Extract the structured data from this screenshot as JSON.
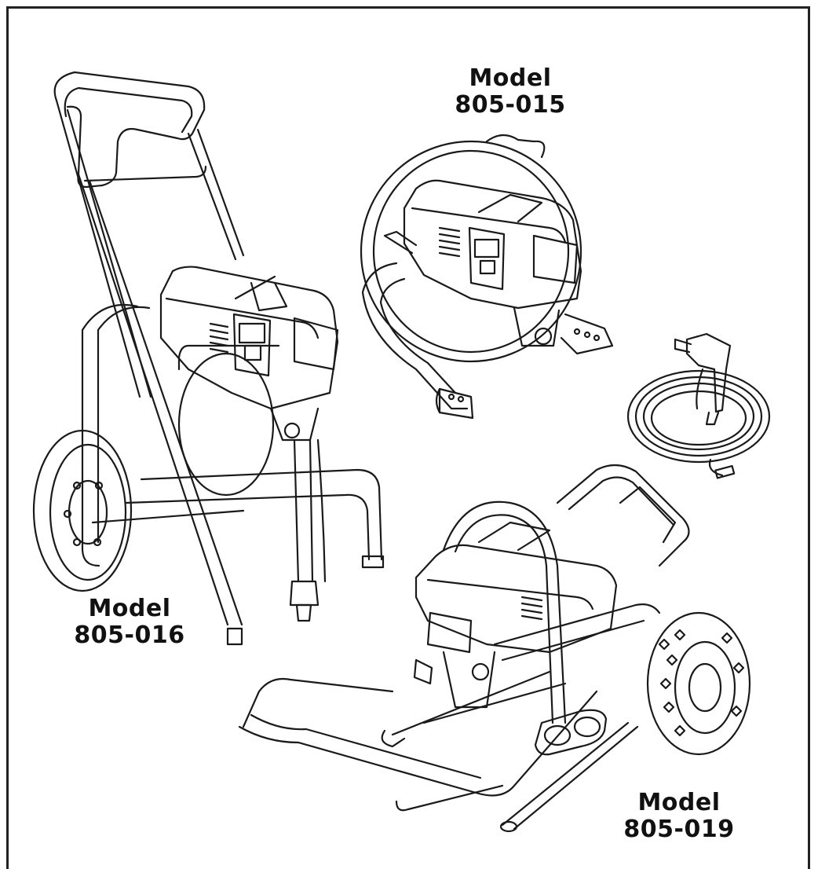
{
  "models": [
    {
      "word": "Model",
      "number": "805-015"
    },
    {
      "word": "Model",
      "number": "805-016"
    },
    {
      "word": "Model",
      "number": "805-019"
    }
  ],
  "colors": {
    "ink": "#1a1a1a",
    "background": "#ffffff"
  }
}
